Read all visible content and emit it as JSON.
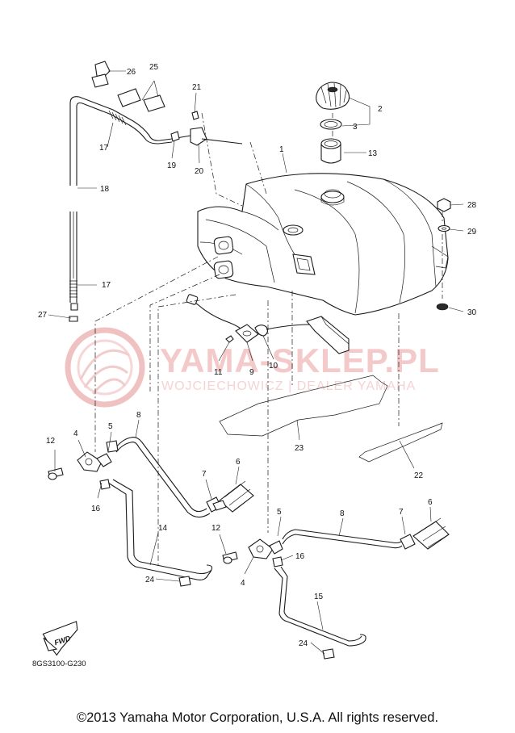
{
  "diagram": {
    "drawing_code": "8GS3100-G230",
    "fwd_label": "FWD",
    "copyright": "©2013 Yamaha Motor Corporation, U.S.A. All rights reserved.",
    "watermark": {
      "title": "YAMA-SKLEP.PL",
      "subtitle": "WOJCIECHOWICZ | DEALER YAMAHA"
    },
    "callouts": [
      {
        "id": "c1",
        "text": "1"
      },
      {
        "id": "c2",
        "text": "2"
      },
      {
        "id": "c3",
        "text": "3"
      },
      {
        "id": "c4a",
        "text": "4"
      },
      {
        "id": "c4b",
        "text": "4"
      },
      {
        "id": "c5a",
        "text": "5"
      },
      {
        "id": "c5b",
        "text": "5"
      },
      {
        "id": "c6a",
        "text": "6"
      },
      {
        "id": "c6b",
        "text": "6"
      },
      {
        "id": "c7a",
        "text": "7"
      },
      {
        "id": "c7b",
        "text": "7"
      },
      {
        "id": "c8a",
        "text": "8"
      },
      {
        "id": "c8b",
        "text": "8"
      },
      {
        "id": "c9",
        "text": "9"
      },
      {
        "id": "c10",
        "text": "10"
      },
      {
        "id": "c11",
        "text": "11"
      },
      {
        "id": "c12a",
        "text": "12"
      },
      {
        "id": "c12b",
        "text": "12"
      },
      {
        "id": "c13",
        "text": "13"
      },
      {
        "id": "c14",
        "text": "14"
      },
      {
        "id": "c15",
        "text": "15"
      },
      {
        "id": "c16a",
        "text": "16"
      },
      {
        "id": "c16b",
        "text": "16"
      },
      {
        "id": "c17a",
        "text": "17"
      },
      {
        "id": "c17b",
        "text": "17"
      },
      {
        "id": "c18",
        "text": "18"
      },
      {
        "id": "c19",
        "text": "19"
      },
      {
        "id": "c20",
        "text": "20"
      },
      {
        "id": "c21",
        "text": "21"
      },
      {
        "id": "c22",
        "text": "22"
      },
      {
        "id": "c23",
        "text": "23"
      },
      {
        "id": "c24a",
        "text": "24"
      },
      {
        "id": "c24b",
        "text": "24"
      },
      {
        "id": "c25",
        "text": "25"
      },
      {
        "id": "c26",
        "text": "26"
      },
      {
        "id": "c27",
        "text": "27"
      },
      {
        "id": "c28",
        "text": "28"
      },
      {
        "id": "c29",
        "text": "29"
      },
      {
        "id": "c30",
        "text": "30"
      }
    ]
  }
}
